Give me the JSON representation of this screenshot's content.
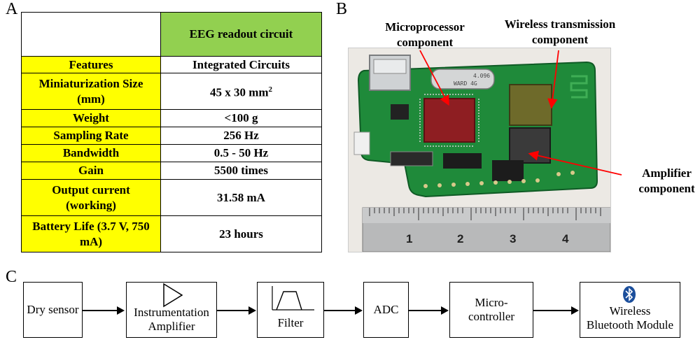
{
  "panels": {
    "a": "A",
    "b": "B",
    "c": "C"
  },
  "table": {
    "header": "EEG readout circuit",
    "rows": [
      {
        "feature": "Features",
        "value": "Integrated Circuits"
      },
      {
        "feature": "Miniaturization Size (mm)",
        "value": "45 x 30 mm",
        "sup": "2"
      },
      {
        "feature": "Weight",
        "value": "<100 g"
      },
      {
        "feature": "Sampling Rate",
        "value": "256 Hz"
      },
      {
        "feature": "Bandwidth",
        "value": "0.5 - 50 Hz"
      },
      {
        "feature": "Gain",
        "value": "5500 times"
      },
      {
        "feature": "Output current (working)",
        "value": "31.58 mA"
      },
      {
        "feature": "Battery Life (3.7 V, 750 mA)",
        "value": "23 hours"
      }
    ]
  },
  "photo": {
    "labels": {
      "microprocessor": "Microprocessor component",
      "wireless": "Wireless transmission component",
      "amplifier": "Amplifier component"
    },
    "ruler_numbers": [
      "1",
      "2",
      "3",
      "4"
    ],
    "chip_text": {
      "crystal": "4.096",
      "crystal2": "WARD 4G"
    },
    "colors": {
      "pcb": "#1f8a3a",
      "chip": "#8e1e22",
      "annotation": "#ff0000"
    }
  },
  "blocks": {
    "dry_sensor": "Dry sensor",
    "amplifier_line1": "Instrumentation",
    "amplifier_line2": "Amplifier",
    "filter": "Filter",
    "adc": "ADC",
    "mcu_line1": "Micro-",
    "mcu_line2": "controller",
    "bt_line1": "Wireless",
    "bt_line2": "Bluetooth Module"
  }
}
